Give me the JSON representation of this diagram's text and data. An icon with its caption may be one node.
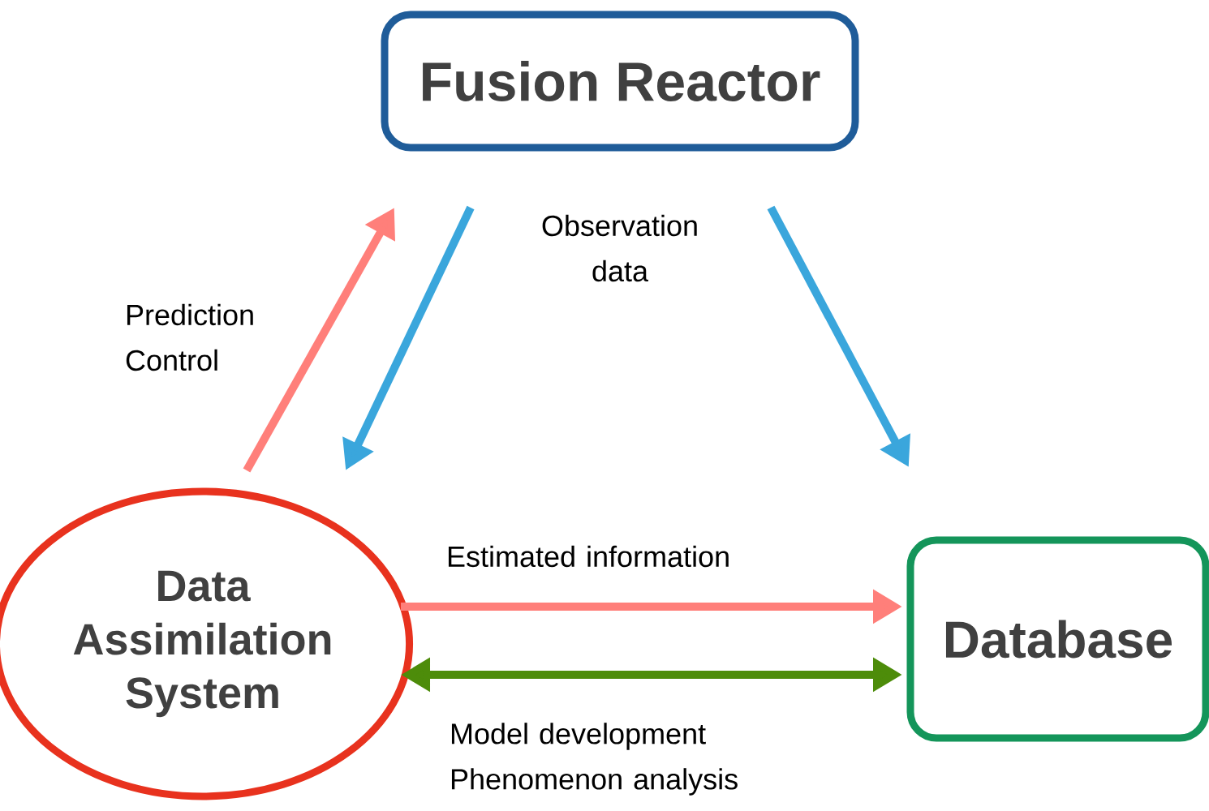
{
  "diagram": {
    "nodes": [
      {
        "text": [
          "Fusion Reactor"
        ]
      },
      {
        "text": [
          "Data Assimilation System"
        ]
      },
      {
        "text": [
          "Database"
        ]
      }
    ],
    "edges": [
      {
        "from": 1,
        "to": 0,
        "arrow": "to",
        "label": "Prediction Control",
        "color": "#ff7f7a"
      },
      {
        "from": 0,
        "to": 1,
        "arrow": "to",
        "color": "#3aa6dc"
      },
      {
        "from": 0,
        "to": 2,
        "arrow": "to",
        "color": "#3aa6dc"
      },
      {
        "from": 1,
        "to": 2,
        "arrow": "to",
        "label": "Estimated information",
        "color": "#ff7f7a"
      },
      {
        "from": 1,
        "to": 2,
        "arrow": "both",
        "label": "Model development Phenomenon analysis",
        "color": "#4d8c0a"
      }
    ],
    "labels": [
      "Observation data"
    ]
  }
}
